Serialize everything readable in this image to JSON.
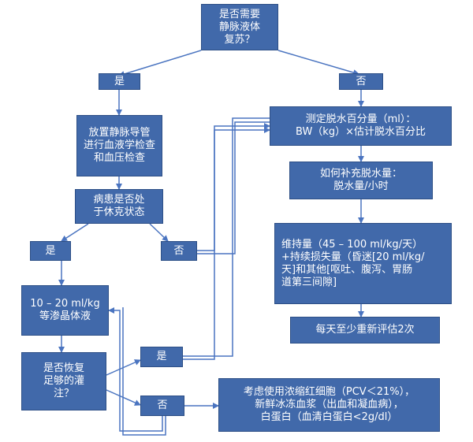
{
  "nodes": {
    "start": "是否需要\n静脉液体\n复苏？",
    "yes1": "是",
    "no1": "否",
    "catheter": "放置静脉导管\n进行血液学检查\n和血压检查",
    "shock": "病患是否处\n于休克状态",
    "yes2": "是",
    "no2": "否",
    "crystalloid": "10 – 20 ml/kg\n等渗晶体液",
    "recover": "是否恢复\n足够的灌\n注？",
    "yes3": "是",
    "no3": "否",
    "dehydration": "测定脱水百分量（ml）：\nBW（kg）×估计脱水百分比",
    "replenish": "如何补充脱水量：\n脱水量/小时",
    "maintenance": "维持量（45 – 100 ml/kg/天）\n+持续损失量（昏迷[20 ml/kg/\n天]和其他[呕吐、腹泻、胃肠\n道第三间隙]",
    "reassess": "每天至少重新评估2次",
    "blood": "考虑使用浓缩红细胞（PCV＜21%），\n新鲜冰冻血浆（出血和凝血病），\n白蛋白（血清白蛋白<2g/dl）"
  },
  "colors": {
    "node_fill": "#4169aa",
    "node_border": "#2d4f86",
    "arrow": "#4a74c0",
    "text": "#ffffff"
  }
}
